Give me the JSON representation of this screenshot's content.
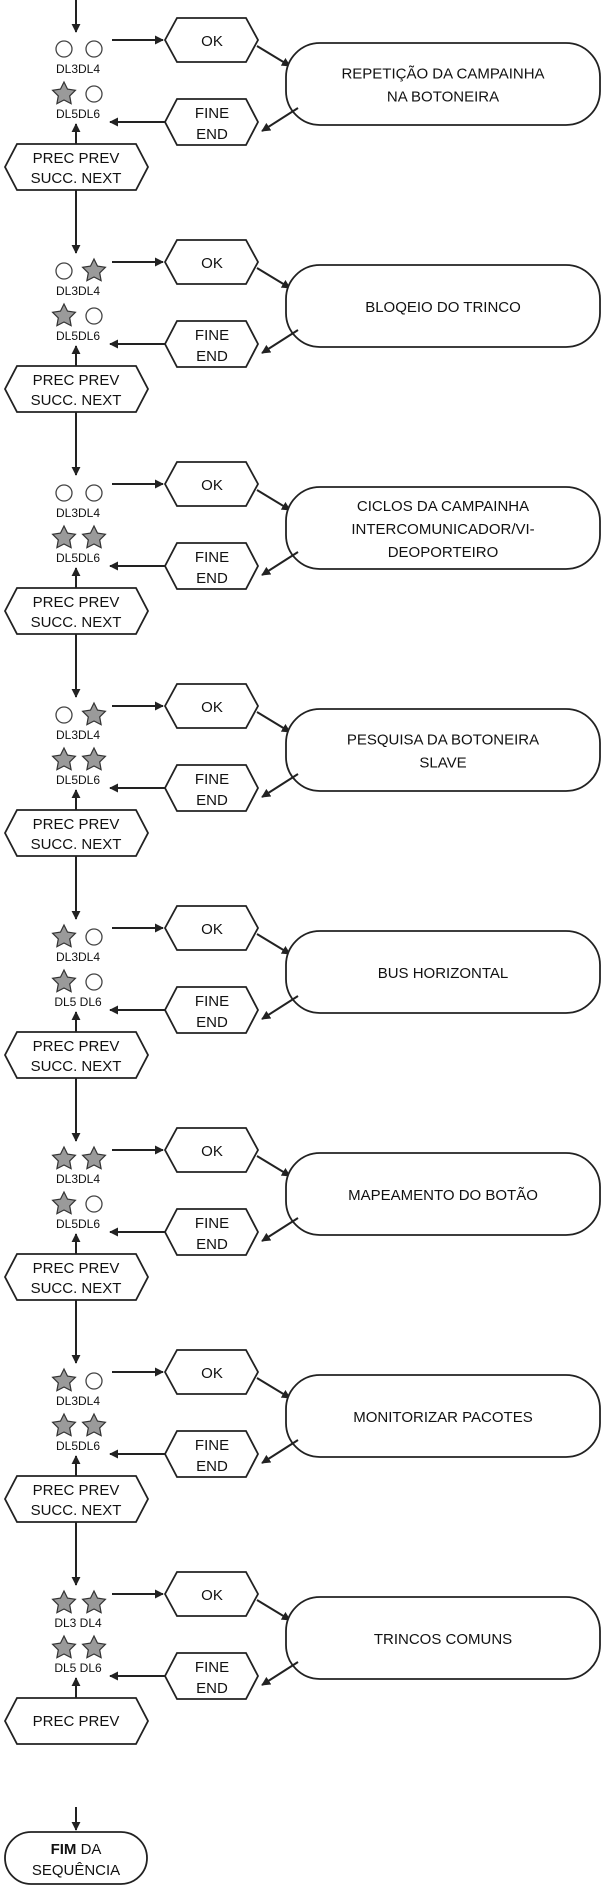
{
  "labels": {
    "ok": "OK",
    "fine": "FINE",
    "end": "END",
    "prec_prev": "PREC PREV",
    "succ_next": "SUCC. NEXT"
  },
  "steps": [
    {
      "function": [
        "REPETIÇÃO DA CAMPAINHA",
        "NA BOTONEIRA"
      ],
      "leds": {
        "DL3": "off",
        "DL4": "off",
        "DL5": "on",
        "DL6": "off"
      },
      "led_labels": [
        "DL3DL4",
        "DL5DL6"
      ]
    },
    {
      "function": [
        "BLOQEIO DO TRINCO"
      ],
      "leds": {
        "DL3": "off",
        "DL4": "on",
        "DL5": "on",
        "DL6": "off"
      },
      "led_labels": [
        "DL3DL4",
        "DL5DL6"
      ]
    },
    {
      "function": [
        "CICLOS DA CAMPAINHA",
        "INTERCOMUNICADOR/VI-",
        "DEOPORTEIRO"
      ],
      "leds": {
        "DL3": "off",
        "DL4": "off",
        "DL5": "on",
        "DL6": "on"
      },
      "led_labels": [
        "DL3DL4",
        "DL5DL6"
      ]
    },
    {
      "function": [
        "PESQUISA DA BOTONEIRA",
        "SLAVE"
      ],
      "leds": {
        "DL3": "off",
        "DL4": "on",
        "DL5": "on",
        "DL6": "on"
      },
      "led_labels": [
        "DL3DL4",
        "DL5DL6"
      ]
    },
    {
      "function": [
        "BUS HORIZONTAL"
      ],
      "leds": {
        "DL3": "on",
        "DL4": "off",
        "DL5": "on",
        "DL6": "off"
      },
      "led_labels": [
        "DL3DL4",
        "DL5  DL6"
      ]
    },
    {
      "function": [
        "MAPEAMENTO DO BOTÃO"
      ],
      "leds": {
        "DL3": "on",
        "DL4": "on",
        "DL5": "on",
        "DL6": "off"
      },
      "led_labels": [
        "DL3DL4",
        "DL5DL6"
      ]
    },
    {
      "function": [
        "MONITORIZAR PACOTES"
      ],
      "leds": {
        "DL3": "on",
        "DL4": "off",
        "DL5": "on",
        "DL6": "on"
      },
      "led_labels": [
        "DL3DL4",
        "DL5DL6"
      ]
    },
    {
      "function": [
        "TRINCOS COMUNS"
      ],
      "leds": {
        "DL3": "on",
        "DL4": "on",
        "DL5": "on",
        "DL6": "on"
      },
      "led_labels": [
        "DL3   DL4",
        "DL5   DL6"
      ]
    }
  ],
  "end": {
    "bold": "FIM",
    "rest": " DA",
    "line2": "SEQUÊNCIA"
  }
}
